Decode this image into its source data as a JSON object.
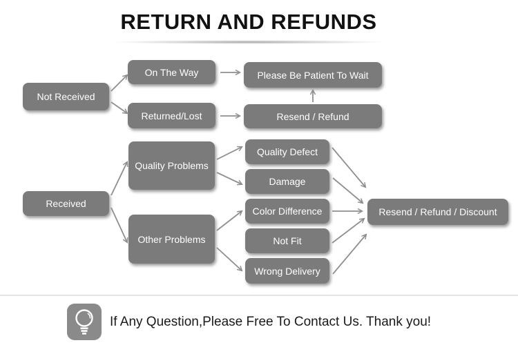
{
  "title": "RETURN AND REFUNDS",
  "flowchart": {
    "nodes": {
      "not_received": "Not Received",
      "on_the_way": "On The Way",
      "returned_lost": "Returned/Lost",
      "please_wait": "Please Be Patient To Wait",
      "resend_refund": "Resend / Refund",
      "received": "Received",
      "quality_problems": "Quality Problems",
      "other_problems": "Other Problems",
      "quality_defect": "Quality Defect",
      "damage": "Damage",
      "color_difference": "Color Difference",
      "not_fit": "Not Fit",
      "wrong_delivery": "Wrong Delivery",
      "resend_refund_discount": "Resend / Refund / Discount"
    },
    "edges": [
      {
        "from": "not_received",
        "to": "on_the_way"
      },
      {
        "from": "not_received",
        "to": "returned_lost"
      },
      {
        "from": "on_the_way",
        "to": "please_wait"
      },
      {
        "from": "returned_lost",
        "to": "resend_refund"
      },
      {
        "from": "resend_refund",
        "to": "please_wait"
      },
      {
        "from": "received",
        "to": "quality_problems"
      },
      {
        "from": "received",
        "to": "other_problems"
      },
      {
        "from": "quality_problems",
        "to": "quality_defect"
      },
      {
        "from": "quality_problems",
        "to": "damage"
      },
      {
        "from": "other_problems",
        "to": "color_difference"
      },
      {
        "from": "other_problems",
        "to": "wrong_delivery"
      },
      {
        "from": "quality_defect",
        "to": "resend_refund_discount"
      },
      {
        "from": "damage",
        "to": "resend_refund_discount"
      },
      {
        "from": "color_difference",
        "to": "resend_refund_discount"
      },
      {
        "from": "not_fit",
        "to": "resend_refund_discount"
      },
      {
        "from": "wrong_delivery",
        "to": "resend_refund_discount"
      }
    ]
  },
  "footer": {
    "message": "If Any Question,Please Free To Contact Us. Thank you!",
    "icon": "lightbulb-icon"
  },
  "colors": {
    "node_fill": "#7b7b7b",
    "node_text": "#ffffff",
    "arrow": "#8e8e8e",
    "title_text": "#111111",
    "divider": "#e4e4e4",
    "icon_background": "#8a8a8a"
  }
}
